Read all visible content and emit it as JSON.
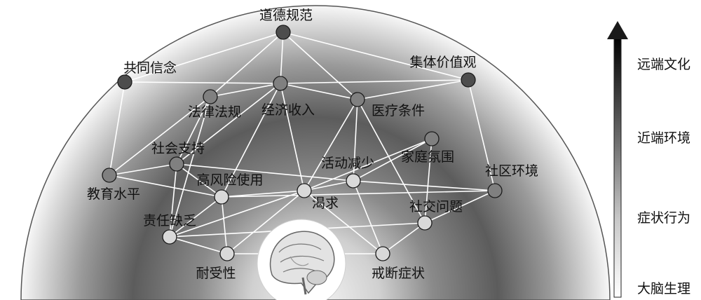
{
  "diagram": {
    "nodes": [
      {
        "id": "daode",
        "label": "道德规范",
        "level": "distal"
      },
      {
        "id": "gongtong",
        "label": "共同信念",
        "level": "distal"
      },
      {
        "id": "jiti",
        "label": "集体价值观",
        "level": "distal"
      },
      {
        "id": "falv",
        "label": "法律法规",
        "level": "proximal"
      },
      {
        "id": "jingji",
        "label": "经济收入",
        "level": "proximal"
      },
      {
        "id": "yiliao",
        "label": "医疗条件",
        "level": "proximal"
      },
      {
        "id": "shehui",
        "label": "社会支持",
        "level": "proximal"
      },
      {
        "id": "jiating",
        "label": "家庭氛围",
        "level": "proximal"
      },
      {
        "id": "jiaoyu",
        "label": "教育水平",
        "level": "proximal"
      },
      {
        "id": "shequ",
        "label": "社区环境",
        "level": "proximal"
      },
      {
        "id": "huodong",
        "label": "活动减少",
        "level": "symptom"
      },
      {
        "id": "gaofeng",
        "label": "高风险使用",
        "level": "symptom"
      },
      {
        "id": "kewang",
        "label": "渴求",
        "level": "symptom"
      },
      {
        "id": "shejiao",
        "label": "社交问题",
        "level": "symptom"
      },
      {
        "id": "zeren",
        "label": "责任缺乏",
        "level": "symptom"
      },
      {
        "id": "naishou",
        "label": "耐受性",
        "level": "symptom"
      },
      {
        "id": "jieduan",
        "label": "戒断症状",
        "level": "symptom"
      }
    ],
    "edges": [
      [
        "daode",
        "gongtong"
      ],
      [
        "daode",
        "falv"
      ],
      [
        "daode",
        "jingji"
      ],
      [
        "daode",
        "jiti"
      ],
      [
        "daode",
        "yiliao"
      ],
      [
        "gongtong",
        "jingji"
      ],
      [
        "gongtong",
        "jiaoyu"
      ],
      [
        "jiti",
        "jingji"
      ],
      [
        "jiti",
        "yiliao"
      ],
      [
        "jiti",
        "shequ"
      ],
      [
        "falv",
        "jingji"
      ],
      [
        "falv",
        "shehui"
      ],
      [
        "falv",
        "zeren"
      ],
      [
        "falv",
        "jiaoyu"
      ],
      [
        "jingji",
        "shehui"
      ],
      [
        "jingji",
        "yiliao"
      ],
      [
        "jingji",
        "gaofeng"
      ],
      [
        "jingji",
        "kewang"
      ],
      [
        "yiliao",
        "huodong"
      ],
      [
        "yiliao",
        "kewang"
      ],
      [
        "yiliao",
        "shejiao"
      ],
      [
        "shehui",
        "jiaoyu"
      ],
      [
        "shehui",
        "gaofeng"
      ],
      [
        "shehui",
        "zeren"
      ],
      [
        "shehui",
        "huodong"
      ],
      [
        "jiaoyu",
        "gaofeng"
      ],
      [
        "jiating",
        "huodong"
      ],
      [
        "jiating",
        "kewang"
      ],
      [
        "jiating",
        "shejiao"
      ],
      [
        "shequ",
        "huodong"
      ],
      [
        "shequ",
        "gaofeng"
      ],
      [
        "shequ",
        "shejiao"
      ],
      [
        "huodong",
        "kewang"
      ],
      [
        "huodong",
        "jieduan"
      ],
      [
        "gaofeng",
        "kewang"
      ],
      [
        "gaofeng",
        "zeren"
      ],
      [
        "gaofeng",
        "naishou"
      ],
      [
        "kewang",
        "zeren"
      ],
      [
        "kewang",
        "naishou"
      ],
      [
        "kewang",
        "jieduan"
      ],
      [
        "shejiao",
        "jieduan"
      ],
      [
        "shejiao",
        "zeren"
      ],
      [
        "zeren",
        "naishou"
      ],
      [
        "naishou",
        "jieduan"
      ]
    ]
  },
  "legend": {
    "levels": [
      "远端文化",
      "近端环境",
      "症状行为",
      "大脑生理"
    ],
    "arrow_color": "#1a1a1a"
  },
  "colors": {
    "node_distal": "#4d4d4d",
    "node_proximal": "#808080",
    "node_symptom": "#d9d9d9",
    "edge": "#ffffff",
    "brain_icon_bg": "#ffffff"
  },
  "brain_icon": "brain-sagittal-icon"
}
